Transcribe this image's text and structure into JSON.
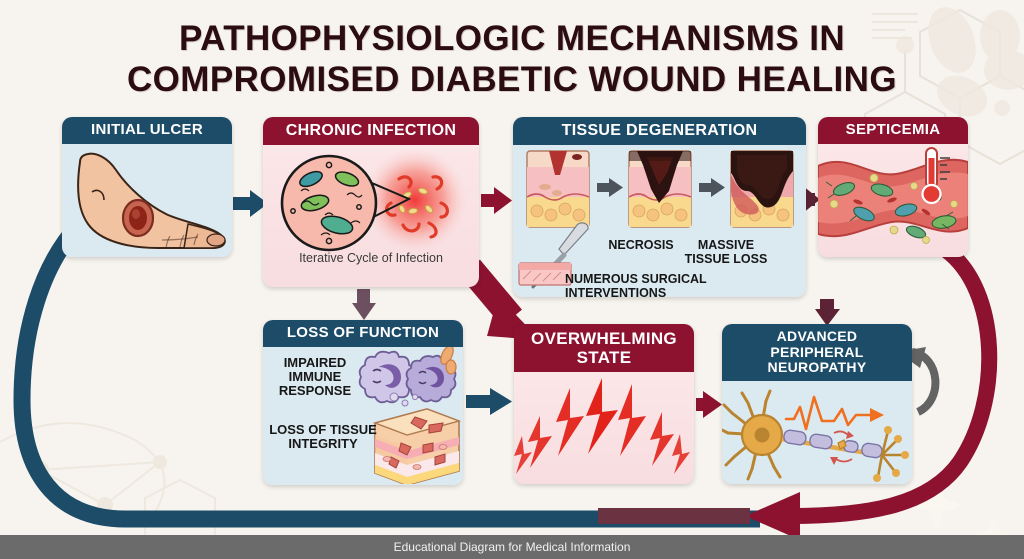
{
  "title": {
    "line1": "PATHOPHYSIOLOGIC MECHANISMS IN",
    "line2": "COMPROMISED DIABETIC WOUND HEALING"
  },
  "footer": {
    "text": "Educational Diagram for Medical Information"
  },
  "colors": {
    "background": "#f7f4ef",
    "blue_header": "#1d4c69",
    "blue_body": "#dbeaf0",
    "red_header": "#8c1230",
    "red_body": "#fbe6e8",
    "arrow_blue": "#1d4c69",
    "arrow_dark_red": "#8c1230",
    "arrow_gray": "#636363",
    "title_text": "#2b0d10",
    "footer_bar": "#6b6b6b"
  },
  "cards": {
    "initial_ulcer": {
      "header": "INITIAL ULCER",
      "theme": "blue",
      "illustration": "diabetic-foot-ulcer-illustration"
    },
    "chronic_infection": {
      "header": "CHRONIC INFECTION",
      "theme": "red",
      "caption": "Iterative Cycle of Infection",
      "illustration": "bacteria-magnified-inflammation-illustration"
    },
    "tissue_degeneration": {
      "header": "TISSUE DEGENERATION",
      "theme": "blue",
      "stage_labels": [
        "NECROSIS",
        "MASSIVE TISSUE LOSS"
      ],
      "label_necrosis": "NECROSIS",
      "label_massive_l1": "MASSIVE",
      "label_massive_l2": "TISSUE LOSS",
      "label_surgical_l1": "NUMEROUS SURGICAL",
      "label_surgical_l2": "INTERVENTIONS",
      "illustration": "skin-cross-section-progression-illustration"
    },
    "septicemia": {
      "header": "SEPTICEMIA",
      "theme": "red",
      "illustration": "bacteria-in-bloodstream-with-thermometer-illustration"
    },
    "loss_of_function": {
      "header": "LOSS OF FUNCTION",
      "theme": "blue",
      "item1_l1": "IMPAIRED",
      "item1_l2": "IMMUNE",
      "item1_l3": "RESPONSE",
      "item2_l1": "LOSS OF TISSUE",
      "item2_l2": "INTEGRITY",
      "illustration1": "impaired-immune-cells-illustration",
      "illustration2": "damaged-skin-block-illustration"
    },
    "overwhelming_state": {
      "header_l1": "OVERWHELMING",
      "header_l2": "STATE",
      "theme": "red",
      "illustration": "red-lightning-burst-illustration"
    },
    "advanced_peripheral_neuropathy": {
      "header_l1": "ADVANCED PERIPHERAL",
      "header_l2": "NEUROPATHY",
      "theme": "blue",
      "illustration": "damaged-neuron-with-erratic-signal-illustration"
    }
  },
  "flow": {
    "arrows": [
      {
        "name": "ulcer-to-infection",
        "color": "#1d4c69",
        "shape": "straight-right"
      },
      {
        "name": "infection-to-degeneration",
        "color": "#8c1230",
        "shape": "straight-right"
      },
      {
        "name": "degeneration-to-septicemia",
        "color": "#5b2335",
        "shape": "straight-right"
      },
      {
        "name": "infection-to-loss-of-function",
        "color": "#6d5060",
        "shape": "straight-down"
      },
      {
        "name": "infection-to-overwhelming",
        "color": "#8c1230",
        "shape": "diagonal-down-right"
      },
      {
        "name": "loss-of-function-to-overwhelming",
        "color": "#1d4c69",
        "shape": "straight-right"
      },
      {
        "name": "overwhelming-to-neuropathy",
        "color": "#8c1230",
        "shape": "straight-right"
      },
      {
        "name": "degeneration-to-neuropathy",
        "color": "#5b2335",
        "shape": "straight-down"
      },
      {
        "name": "neuropathy-self-loop",
        "color": "#636363",
        "shape": "circular-loop"
      },
      {
        "name": "septicemia-feedback-loop",
        "color": "#8c1230",
        "shape": "curve-right-down-left"
      },
      {
        "name": "bottom-to-initial-ulcer-feedback",
        "color": "#1d4c69",
        "shape": "curve-left-up"
      }
    ]
  }
}
